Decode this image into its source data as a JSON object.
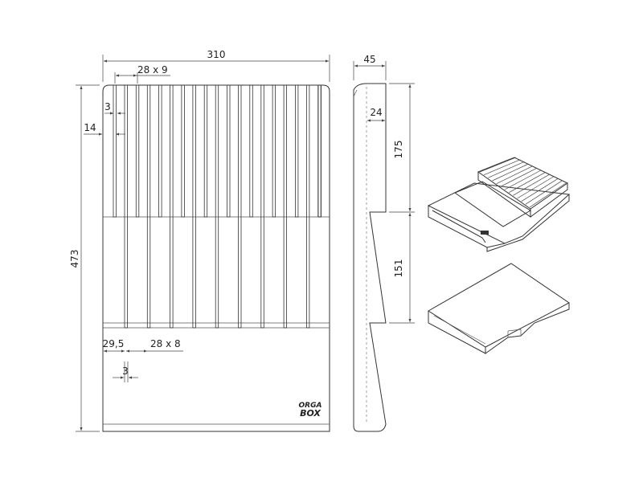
{
  "dimensions": {
    "overall_width": "310",
    "slot_pitch_top": "28 x 9",
    "slot_width": "3",
    "edge_offset": "14",
    "overall_height": "473",
    "bottom_offset": "29,5",
    "slot_pitch_bottom": "28 x 8",
    "slot_width_bottom": "3",
    "side_depth": "45",
    "side_inner": "24",
    "upper_height": "175",
    "lower_height": "151"
  },
  "logo": {
    "line1": "ORGA",
    "line2": "BOX"
  },
  "colors": {
    "line": "#333333",
    "background": "#ffffff"
  }
}
